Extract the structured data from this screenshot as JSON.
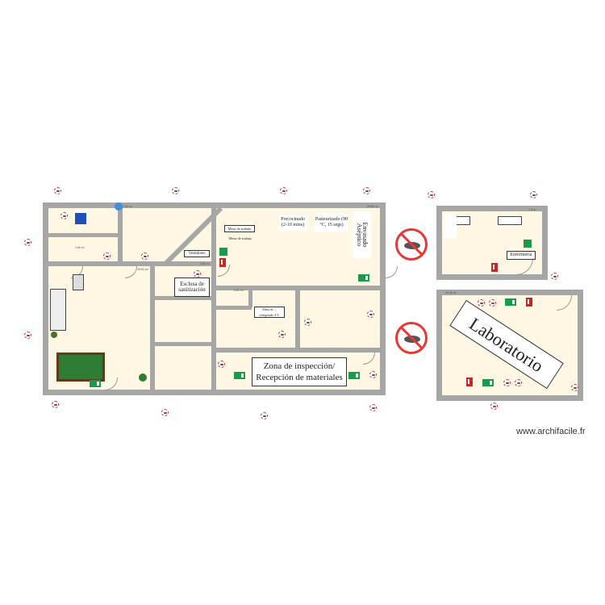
{
  "plan": {
    "rooms": {
      "precocinado": "Precocinado (2-10 mins)",
      "pasteurizado": "Pasteurizado (90 °C, 15 segs)",
      "envasado": "Envasado Aséptico",
      "mesa_trabajo_1": "Mesa de trabajo",
      "mesa_trabajo_2": "Mesa de trabajo",
      "vestidores": "Vestidores",
      "esclusa": "Esclusa de sanitización",
      "refrigerado": "Mesa de ... refrigerado 4°C",
      "inspeccion": "Zona de inspección/ Recepción de materiales",
      "enfermeria": "Enfermería",
      "laboratorio": "Laboratorio"
    },
    "areas": {
      "a1": "7.26 m²",
      "a2": "28.84 m²",
      "a3": "3.66 m²",
      "a4": "2.66 m²",
      "a5": "28.83 m²",
      "a6": "0.81 m²",
      "a7": "7.6 m²",
      "a8": "29.35 m²"
    },
    "icons": [
      "rodent-trap-icon",
      "emergency-exit-icon",
      "fire-extinguisher-icon",
      "first-aid-icon",
      "no-rodents-sign-icon",
      "wheelchair-icon",
      "plant-icon",
      "billiard-table-icon"
    ],
    "colors": {
      "wall": "#a6a6a6",
      "floor": "#fdf7e3",
      "exit": "#1b9a4b",
      "fire": "#c62828",
      "prohibition": "#e53935"
    }
  },
  "watermark": "www.archifacile.fr"
}
